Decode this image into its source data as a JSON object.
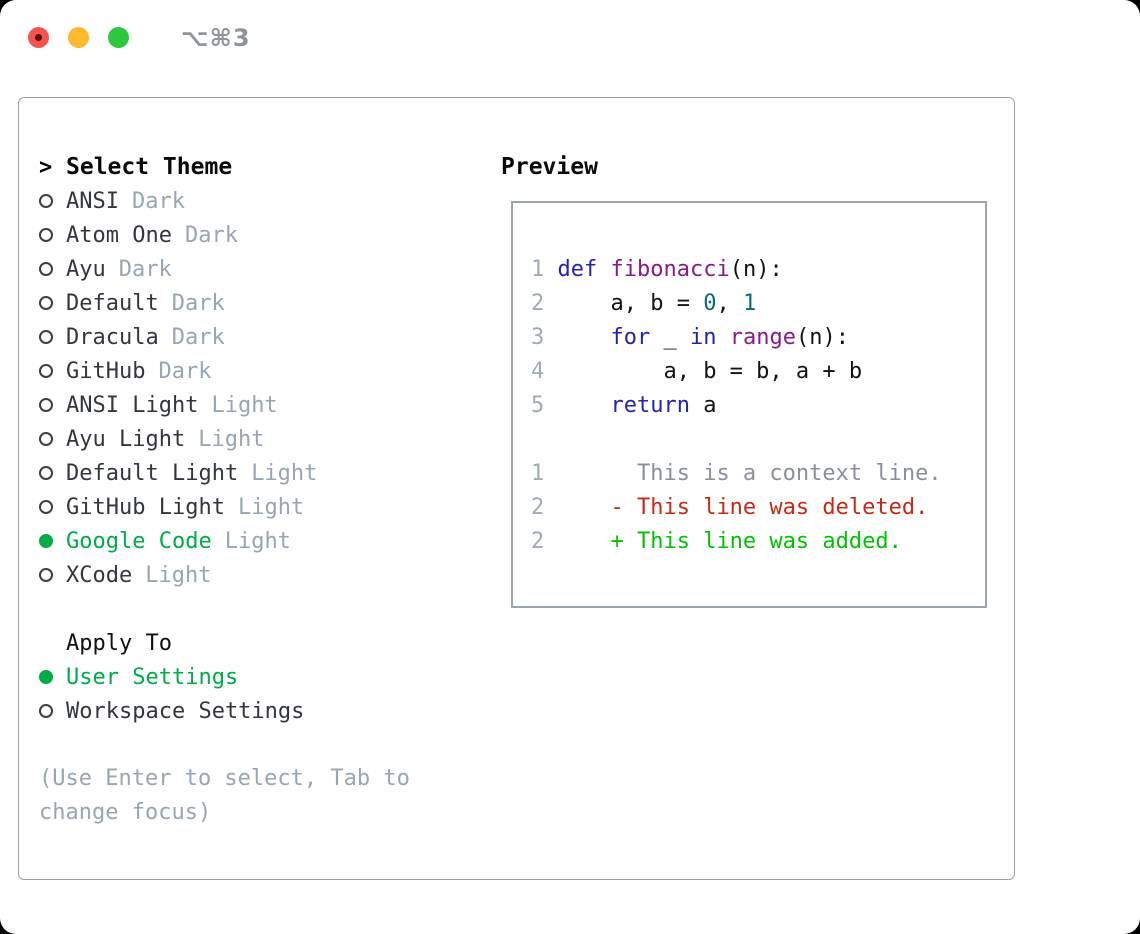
{
  "window": {
    "title": "⌥⌘3"
  },
  "sidebar": {
    "header": {
      "caret": ">",
      "label": "Select Theme"
    },
    "themes": [
      {
        "name": "ANSI",
        "variant": "Dark",
        "selected": false
      },
      {
        "name": "Atom One",
        "variant": "Dark",
        "selected": false
      },
      {
        "name": "Ayu",
        "variant": "Dark",
        "selected": false
      },
      {
        "name": "Default",
        "variant": "Dark",
        "selected": false
      },
      {
        "name": "Dracula",
        "variant": "Dark",
        "selected": false
      },
      {
        "name": "GitHub",
        "variant": "Dark",
        "selected": false
      },
      {
        "name": "ANSI Light",
        "variant": "Light",
        "selected": false
      },
      {
        "name": "Ayu Light",
        "variant": "Light",
        "selected": false
      },
      {
        "name": "Default Light",
        "variant": "Light",
        "selected": false
      },
      {
        "name": "GitHub Light",
        "variant": "Light",
        "selected": false
      },
      {
        "name": "Google Code",
        "variant": "Light",
        "selected": true
      },
      {
        "name": "XCode",
        "variant": "Light",
        "selected": false
      }
    ],
    "apply_to": {
      "label": "Apply To",
      "options": [
        {
          "label": "User Settings",
          "selected": true
        },
        {
          "label": "Workspace Settings",
          "selected": false
        }
      ]
    },
    "hint": "(Use Enter to select, Tab to change focus)"
  },
  "preview": {
    "label": "Preview",
    "lines": [
      {
        "num": "1",
        "segs": [
          {
            "t": "def ",
            "c": "kw"
          },
          {
            "t": "fibonacci",
            "c": "fn"
          },
          {
            "t": "(n):",
            "c": "pl"
          }
        ]
      },
      {
        "num": "2",
        "segs": [
          {
            "t": "    a, b = ",
            "c": "pl"
          },
          {
            "t": "0",
            "c": "lit"
          },
          {
            "t": ", ",
            "c": "pl"
          },
          {
            "t": "1",
            "c": "lit"
          }
        ]
      },
      {
        "num": "3",
        "segs": [
          {
            "t": "    ",
            "c": "pl"
          },
          {
            "t": "for",
            "c": "kw"
          },
          {
            "t": " _ ",
            "c": "pl"
          },
          {
            "t": "in",
            "c": "kw"
          },
          {
            "t": " ",
            "c": "pl"
          },
          {
            "t": "range",
            "c": "fn"
          },
          {
            "t": "(n):",
            "c": "pl"
          }
        ]
      },
      {
        "num": "4",
        "segs": [
          {
            "t": "        a, b = b, a + b",
            "c": "pl"
          }
        ]
      },
      {
        "num": "5",
        "segs": [
          {
            "t": "    ",
            "c": "pl"
          },
          {
            "t": "return",
            "c": "kw"
          },
          {
            "t": " a",
            "c": "pl"
          }
        ]
      },
      {
        "num": "",
        "segs": []
      },
      {
        "num": "1",
        "segs": [
          {
            "t": "      This is a context line.",
            "c": "ctx"
          }
        ]
      },
      {
        "num": "2",
        "segs": [
          {
            "t": "    - This line was deleted.",
            "c": "del"
          }
        ]
      },
      {
        "num": "2",
        "segs": [
          {
            "t": "    + This line was added.",
            "c": "add"
          }
        ]
      }
    ]
  },
  "colors": {
    "keyword": "#2222b8",
    "function_name": "#8b1a89",
    "literal": "#0b6e6e",
    "plain": "#121212",
    "context": "#8a8f99",
    "deleted": "#c52a14",
    "added": "#00c200",
    "accent_green": "#00ac47",
    "muted": "#9aa5b2",
    "text_dark": "#33373d",
    "border": "#9ba3ae",
    "title_gray": "#8f949b",
    "traffic_red": "#f4534f",
    "traffic_yellow": "#fcba2d",
    "traffic_green": "#2dc83d"
  }
}
